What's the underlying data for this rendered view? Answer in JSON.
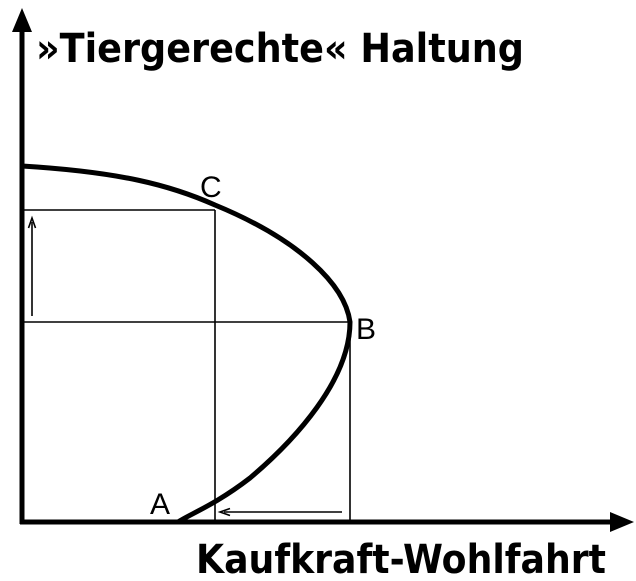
{
  "diagram": {
    "y_axis_label": "»Tiergerechte« Haltung",
    "x_axis_label": "Kaufkraft-Wohlfahrt",
    "points": {
      "a": "A",
      "b": "B",
      "c": "C"
    },
    "colors": {
      "line": "#000000",
      "background": "#ffffff"
    }
  }
}
